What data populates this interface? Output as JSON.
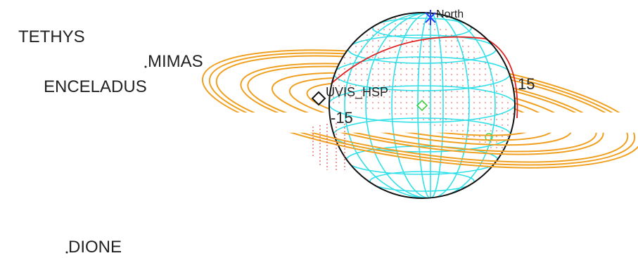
{
  "moons": {
    "tethys": "TETHYS",
    "mimas": "MIMAS",
    "enceladus": "ENCELADUS",
    "dione": "DIONE"
  },
  "planet": {
    "north_label": "North",
    "instrument_label": "UVIS_HSP",
    "right_ring_tick": "15",
    "left_ring_tick": "-15"
  },
  "colors": {
    "rings": "#f0a020",
    "grid": "#30e0e8",
    "limb": "#111111",
    "terminator": "#e02020",
    "north_marker": "#2040ff",
    "center_marker": "#30d030",
    "night_dots": "#e03030"
  }
}
